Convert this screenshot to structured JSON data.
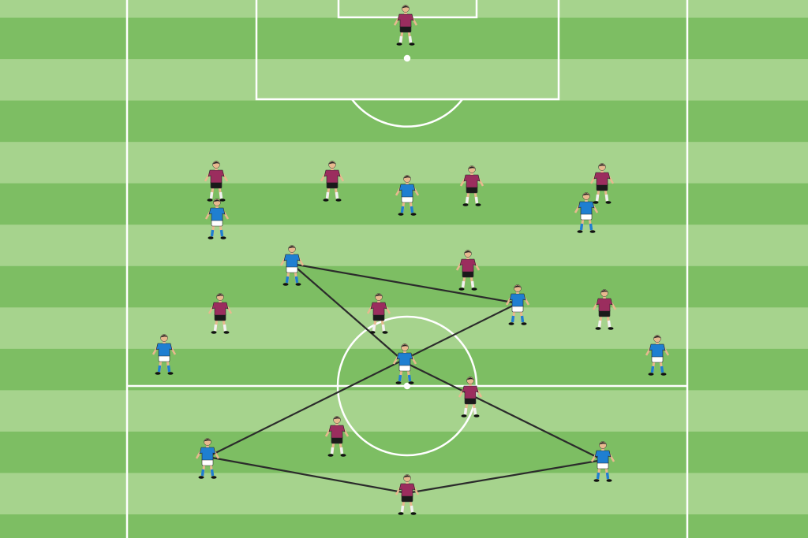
{
  "diagram": {
    "type": "soccer-tactics-board",
    "colors": {
      "grass_light": "#a6d38d",
      "grass_dark": "#7dbe63",
      "line": "#ffffff",
      "pass_line": "#2b2b2b",
      "team_blue_shirt": "#1f7fd1",
      "team_blue_shorts": "#ffffff",
      "team_maroon_shirt": "#9b2d5e",
      "team_maroon_shorts": "#1a1a1a",
      "skin": "#e8b98f",
      "hair": "#222222"
    },
    "team_blue": {
      "shirt_icon": "blue-shirt-player-icon",
      "players": [
        {
          "id": "blue-left-wing-high"
        },
        {
          "id": "blue-center-high"
        },
        {
          "id": "blue-right-wing-high"
        },
        {
          "id": "blue-left-mid"
        },
        {
          "id": "blue-right-mid"
        },
        {
          "id": "blue-left-wide"
        },
        {
          "id": "blue-center-circle"
        },
        {
          "id": "blue-right-wide"
        },
        {
          "id": "blue-left-back"
        },
        {
          "id": "blue-right-back"
        }
      ]
    },
    "team_maroon": {
      "shirt_icon": "maroon-shirt-player-icon",
      "players": [
        {
          "id": "maroon-goalkeeper-top"
        },
        {
          "id": "maroon-left-high"
        },
        {
          "id": "maroon-center-left-high"
        },
        {
          "id": "maroon-center-right-high"
        },
        {
          "id": "maroon-right-high"
        },
        {
          "id": "maroon-center-mid"
        },
        {
          "id": "maroon-left-mid"
        },
        {
          "id": "maroon-center-circle-top"
        },
        {
          "id": "maroon-right-mid"
        },
        {
          "id": "maroon-center-circle-bottom"
        },
        {
          "id": "maroon-lower-mid"
        },
        {
          "id": "maroon-goalkeeper-bottom"
        }
      ]
    },
    "passing_lines": [
      {
        "from": "blue-left-mid",
        "to": "blue-right-mid"
      },
      {
        "from": "blue-left-mid",
        "to": "blue-center-circle"
      },
      {
        "from": "blue-center-circle",
        "to": "blue-right-back"
      },
      {
        "from": "blue-right-mid",
        "to": "blue-left-back"
      },
      {
        "from": "blue-left-back",
        "to": "maroon-goalkeeper-bottom"
      },
      {
        "from": "maroon-goalkeeper-bottom",
        "to": "blue-right-back"
      }
    ]
  }
}
